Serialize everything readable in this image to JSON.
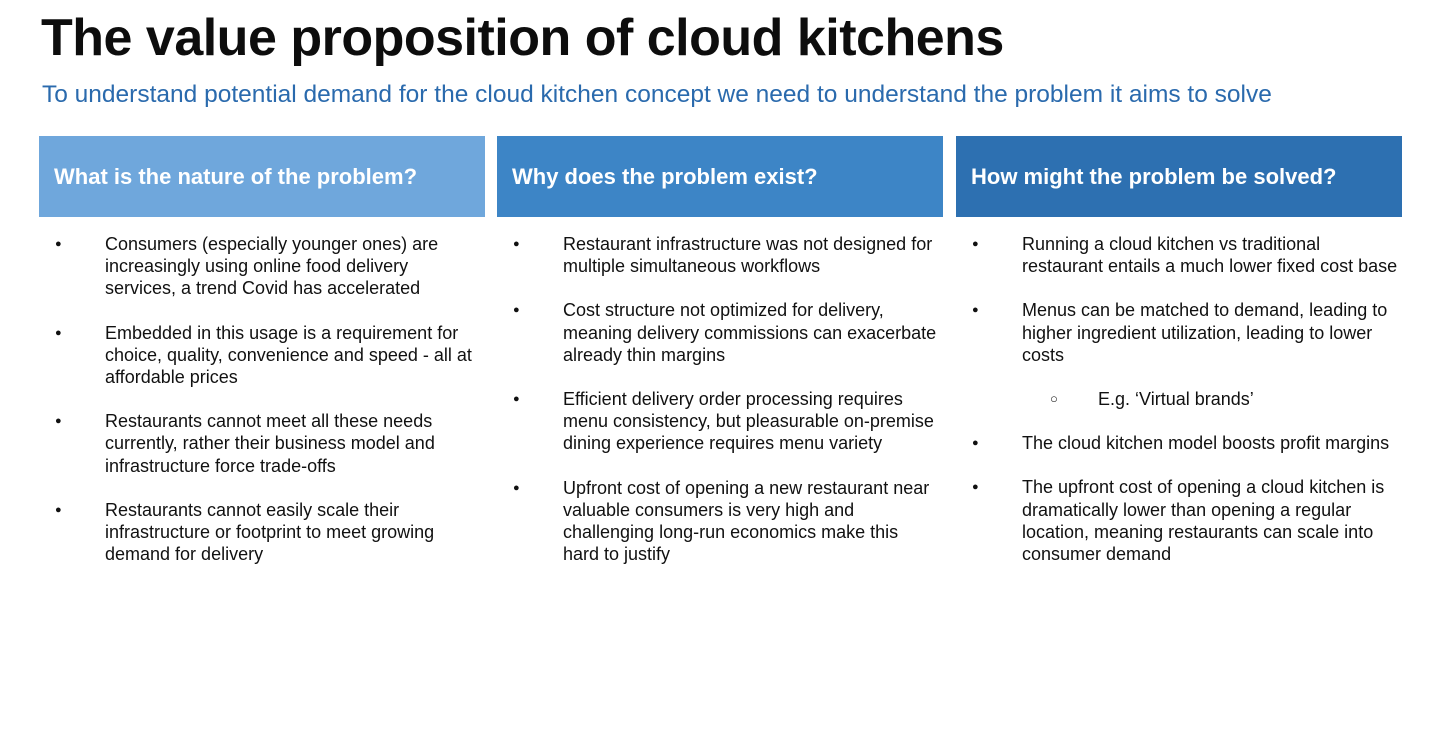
{
  "title": "The value proposition of cloud kitchens",
  "subtitle": "To understand potential demand for the cloud kitchen concept we need to understand the problem it aims to solve",
  "colors": {
    "title": "#0d0d0d",
    "subtitle": "#2a6aad",
    "header_1": "#6fa7dc",
    "header_2": "#3d85c6",
    "header_3": "#2d70b1",
    "header_text": "#ffffff"
  },
  "columns": [
    {
      "header": "What is the nature of the problem?",
      "bullets": [
        "Consumers (especially younger ones) are increasingly using online food delivery services, a trend Covid has accelerated",
        "Embedded in this usage is a requirement for choice, quality, convenience and speed - all at affordable prices",
        "Restaurants cannot meet all these needs currently, rather their business model and infrastructure force trade-offs",
        "Restaurants cannot easily scale their infrastructure or footprint to meet growing demand for delivery"
      ]
    },
    {
      "header": "Why does the problem exist?",
      "bullets": [
        "Restaurant infrastructure was not designed for multiple simultaneous workflows",
        "Cost structure not optimized for delivery, meaning delivery commissions can exacerbate already thin margins",
        "Efficient delivery order processing requires menu consistency, but pleasurable on-premise dining experience requires menu variety",
        "Upfront cost of opening a new restaurant near valuable consumers is very high and challenging long-run economics make this hard to justify"
      ]
    },
    {
      "header": "How might the problem be solved?",
      "bullets": [
        "Running a cloud kitchen vs traditional restaurant entails a much lower fixed cost base",
        "Menus can be matched to demand, leading to higher ingredient utilization, leading to lower costs",
        "The cloud kitchen model boosts profit margins",
        "The upfront cost of opening a cloud kitchen is dramatically lower than opening a regular location, meaning restaurants can scale into consumer demand"
      ],
      "sub_bullet": "E.g. ‘Virtual brands’"
    }
  ]
}
